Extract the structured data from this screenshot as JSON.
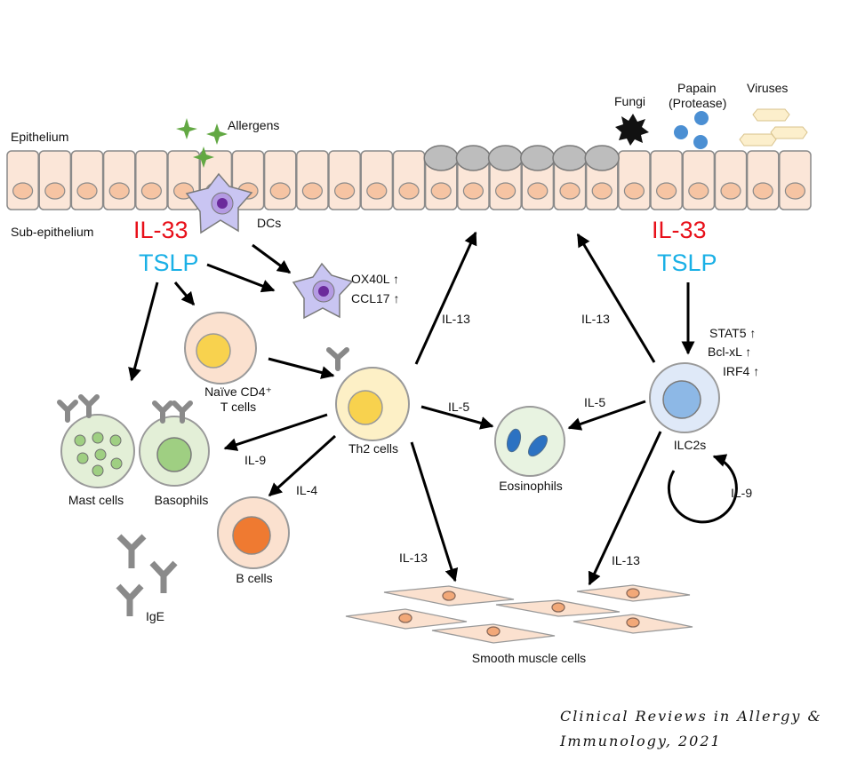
{
  "labels": {
    "epithelium": "Epithelium",
    "sub_epithelium": "Sub-epithelium",
    "allergens": "Allergens",
    "dcs": "DCs",
    "ox40l": "OX40L ↑",
    "ccl17": "CCL17 ↑",
    "naive_line1": "Naïve CD4⁺",
    "naive_line2": "T cells",
    "th2": "Th2 cells",
    "mast": "Mast cells",
    "basophils": "Basophils",
    "bcells": "B cells",
    "ige": "IgE",
    "eosinophils": "Eosinophils",
    "ilc2s": "ILC2s",
    "smooth_muscle": "Smooth muscle cells",
    "fungi": "Fungi",
    "papain_line1": "Papain",
    "papain_line2": "(Protease)",
    "viruses": "Viruses",
    "stat5": "STAT5 ↑",
    "bclxl": "Bcl-xL ↑",
    "irf4": "IRF4 ↑"
  },
  "cytokines": {
    "il33_left": "IL-33",
    "tslp_left": "TSLP",
    "il33_right": "IL-33",
    "tslp_right": "TSLP",
    "il13_th2_epi": "IL-13",
    "il13_ilc2_epi": "IL-13",
    "il5_th2": "IL-5",
    "il5_ilc2": "IL-5",
    "il9_th2": "IL-9",
    "il9_ilc2": "IL-9",
    "il4": "IL-4",
    "il13_th2_sm": "IL-13",
    "il13_ilc2_sm": "IL-13"
  },
  "citation": {
    "line1": "Clinical Reviews in Allergy &",
    "line2": "Immunology, 2021"
  },
  "colors": {
    "il33": "#e8101a",
    "tslp": "#1ab0e6",
    "epithelial_cell": "#fbe6d8",
    "nucleus": "#f6c4a3",
    "goblet": "#bdbdbd",
    "allergen": "#62a843",
    "papain": "#4b8fd3",
    "virus": "#fcefcc",
    "dc": "#c9c5f2",
    "th2_fill": "#fdf0c6",
    "th2_nucleus": "#f8d24e",
    "mast_fill": "#e3efd7",
    "granule": "#9fcf82",
    "bcell_fill": "#fbe1cf",
    "bcell_nucleus": "#ef7a31",
    "eos_fill": "#e8f3e1",
    "eos_nucleus": "#2c72c2",
    "ilc2_fill": "#dfe9f8",
    "ilc2_nucleus": "#8db8e6",
    "ige": "#8a8a8a"
  }
}
